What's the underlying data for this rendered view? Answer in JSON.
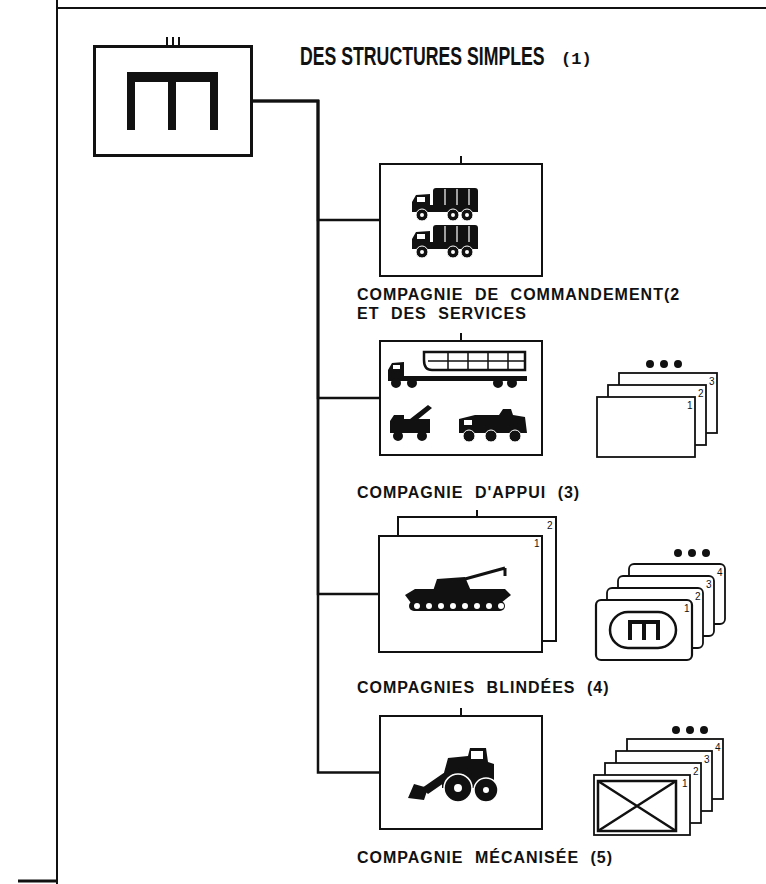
{
  "diagram": {
    "nodes": [
      {
        "text": [
          "DES STRUCTURES SIMPLES",
          "(1)"
        ]
      },
      {
        "text": [
          "COMPAGNIE DE COMMANDEMENT(2 ET DES SERVICES"
        ]
      },
      {
        "text": [
          "COMPAGNIE D'APPUI (3)"
        ]
      },
      {
        "text": [
          "COMPAGNIES BLINDÉES (4)"
        ]
      },
      {
        "text": [
          "COMPAGNIE MÉCANISÉE (5)"
        ]
      }
    ],
    "edges": [
      {
        "from": 0,
        "to": 1,
        "arrow": "none"
      },
      {
        "from": 0,
        "to": 2,
        "arrow": "none"
      },
      {
        "from": 0,
        "to": 3,
        "arrow": "none"
      },
      {
        "from": 0,
        "to": 4,
        "arrow": "none"
      }
    ],
    "labels": [
      "3",
      "2",
      "1",
      "2",
      "1",
      "4",
      "3",
      "2",
      "1",
      "4",
      "3",
      "2",
      "1"
    ]
  }
}
